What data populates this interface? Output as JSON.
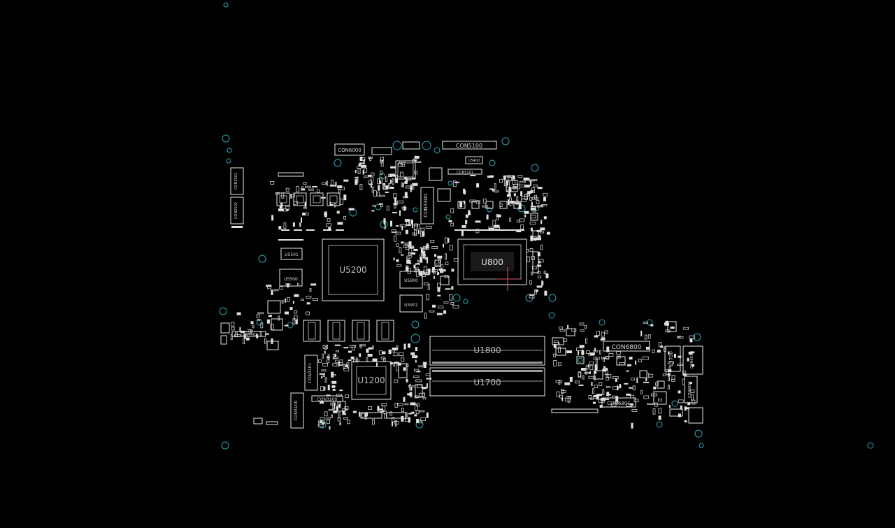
{
  "components": {
    "U800": "U800",
    "U5200": "U5200",
    "U1800": "U1800",
    "U1700": "U1700",
    "U1200": "U1200",
    "U5501": "U5501",
    "U5500": "U5500",
    "U5900": "U5900",
    "U5901": "U5901",
    "U5400": "U5400",
    "CON5100": "CON5100",
    "CON6000": "CON6000",
    "CON3300": "CON3300",
    "CON6800": "CON6800",
    "CON6801": "CON6801",
    "CON4402": "CON4402",
    "CON3101": "CON3101",
    "CON3100": "CON3100",
    "CON3200": "CON3200",
    "L3700": "L3700",
    "CON5101": "CON5101",
    "CON6810": "CON6810",
    "CON6802": "CON6802",
    "CON2501": "CON2501",
    "CON2502": "CON2502"
  },
  "colors": {
    "background": "#000000",
    "outline": "#e8e8e8",
    "via": "#2fa8b8",
    "cursor": "#e05a6a"
  }
}
